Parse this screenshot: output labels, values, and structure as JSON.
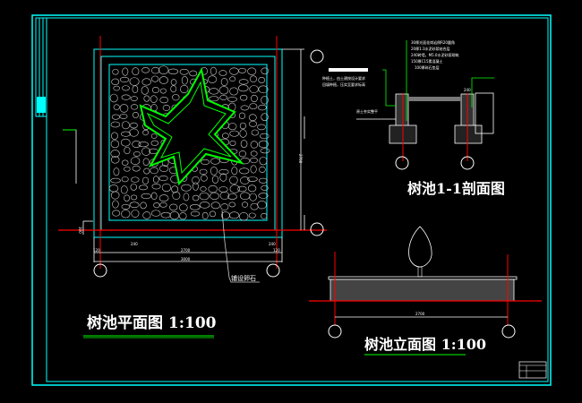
{
  "plan": {
    "title": "树池平面图 1:100",
    "dim_total_inner": "2700",
    "dim_total_outer": "3000",
    "dim_side_left": "240",
    "dim_side_left_small": "120",
    "dim_side_right": "240",
    "dim_side_right_small": "120",
    "dim_vertical": "2700",
    "dim_offset": "300",
    "pebble_label": "铺设卵石"
  },
  "section": {
    "title": "树池1-1剖面图",
    "notes": [
      "30厚光面花岗岩倒R20圆角",
      "20厚1:3水泥砂浆结合层",
      "240砖墙，M5.0水泥砂浆砌筑",
      "150厚C15素混凝土",
      "100厚碎石垫层"
    ],
    "left_notes": [
      "种植土，由土建按设计要求",
      "回填种植，压实至要求标高"
    ],
    "ground_label": "原土夯实整平",
    "dim_top": "240"
  },
  "elevation": {
    "title": "树池立面图 1:100",
    "dim_width": "2700"
  },
  "colors": {
    "frame": "#00ffff",
    "red": "#ff0000",
    "green": "#00ff00",
    "white": "#ffffff"
  }
}
